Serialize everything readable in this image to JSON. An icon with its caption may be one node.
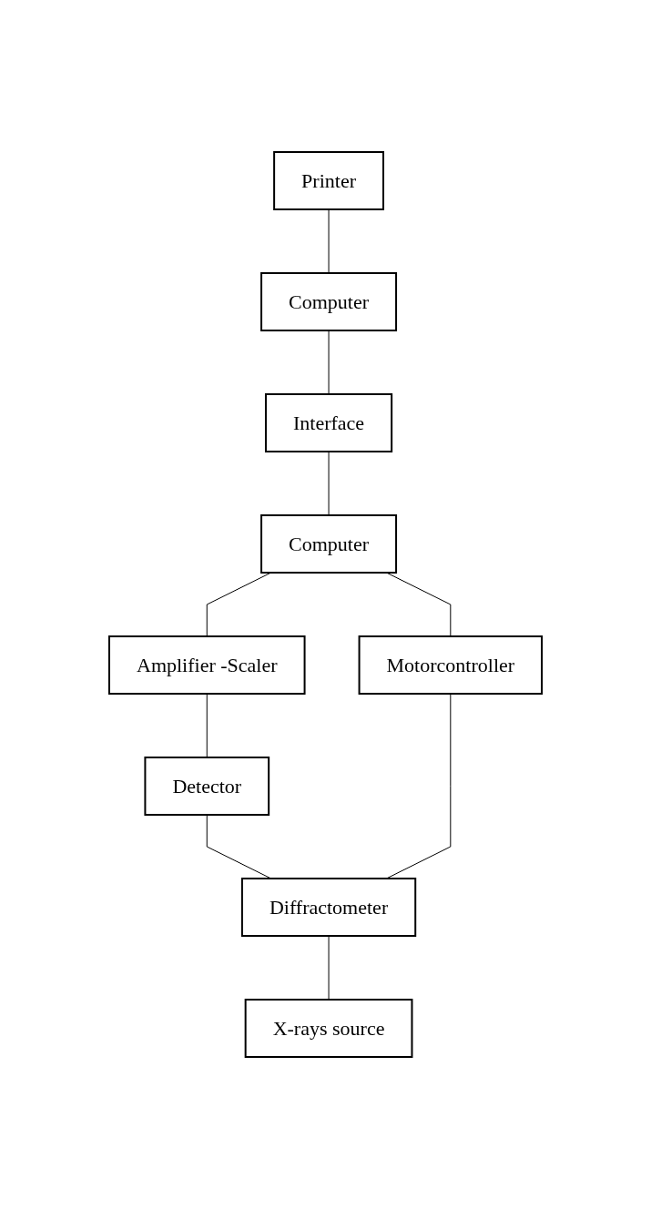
{
  "diagram": {
    "nodes": [
      {
        "text": [
          "X-rays source"
        ]
      },
      {
        "text": [
          "Diffractometer"
        ]
      },
      {
        "text": [
          "Detector"
        ]
      },
      {
        "text": [
          "Amplifier -Scaler"
        ]
      },
      {
        "text": [
          "Computer"
        ]
      },
      {
        "text": [
          "Motorcontroller"
        ]
      },
      {
        "text": [
          "Interface"
        ]
      },
      {
        "text": [
          "Computer"
        ]
      },
      {
        "text": [
          "Printer"
        ]
      }
    ],
    "edges": [
      {
        "from": 0,
        "to": 1,
        "arrow": "none"
      },
      {
        "from": 1,
        "to": 2,
        "arrow": "none"
      },
      {
        "from": 2,
        "to": 3,
        "arrow": "none"
      },
      {
        "from": 3,
        "to": 4,
        "arrow": "none"
      },
      {
        "from": 1,
        "to": 5,
        "arrow": "none"
      },
      {
        "from": 5,
        "to": 4,
        "arrow": "none"
      },
      {
        "from": 4,
        "to": 6,
        "arrow": "none"
      },
      {
        "from": 6,
        "to": 7,
        "arrow": "none"
      },
      {
        "from": 7,
        "to": 8,
        "arrow": "none"
      }
    ]
  }
}
